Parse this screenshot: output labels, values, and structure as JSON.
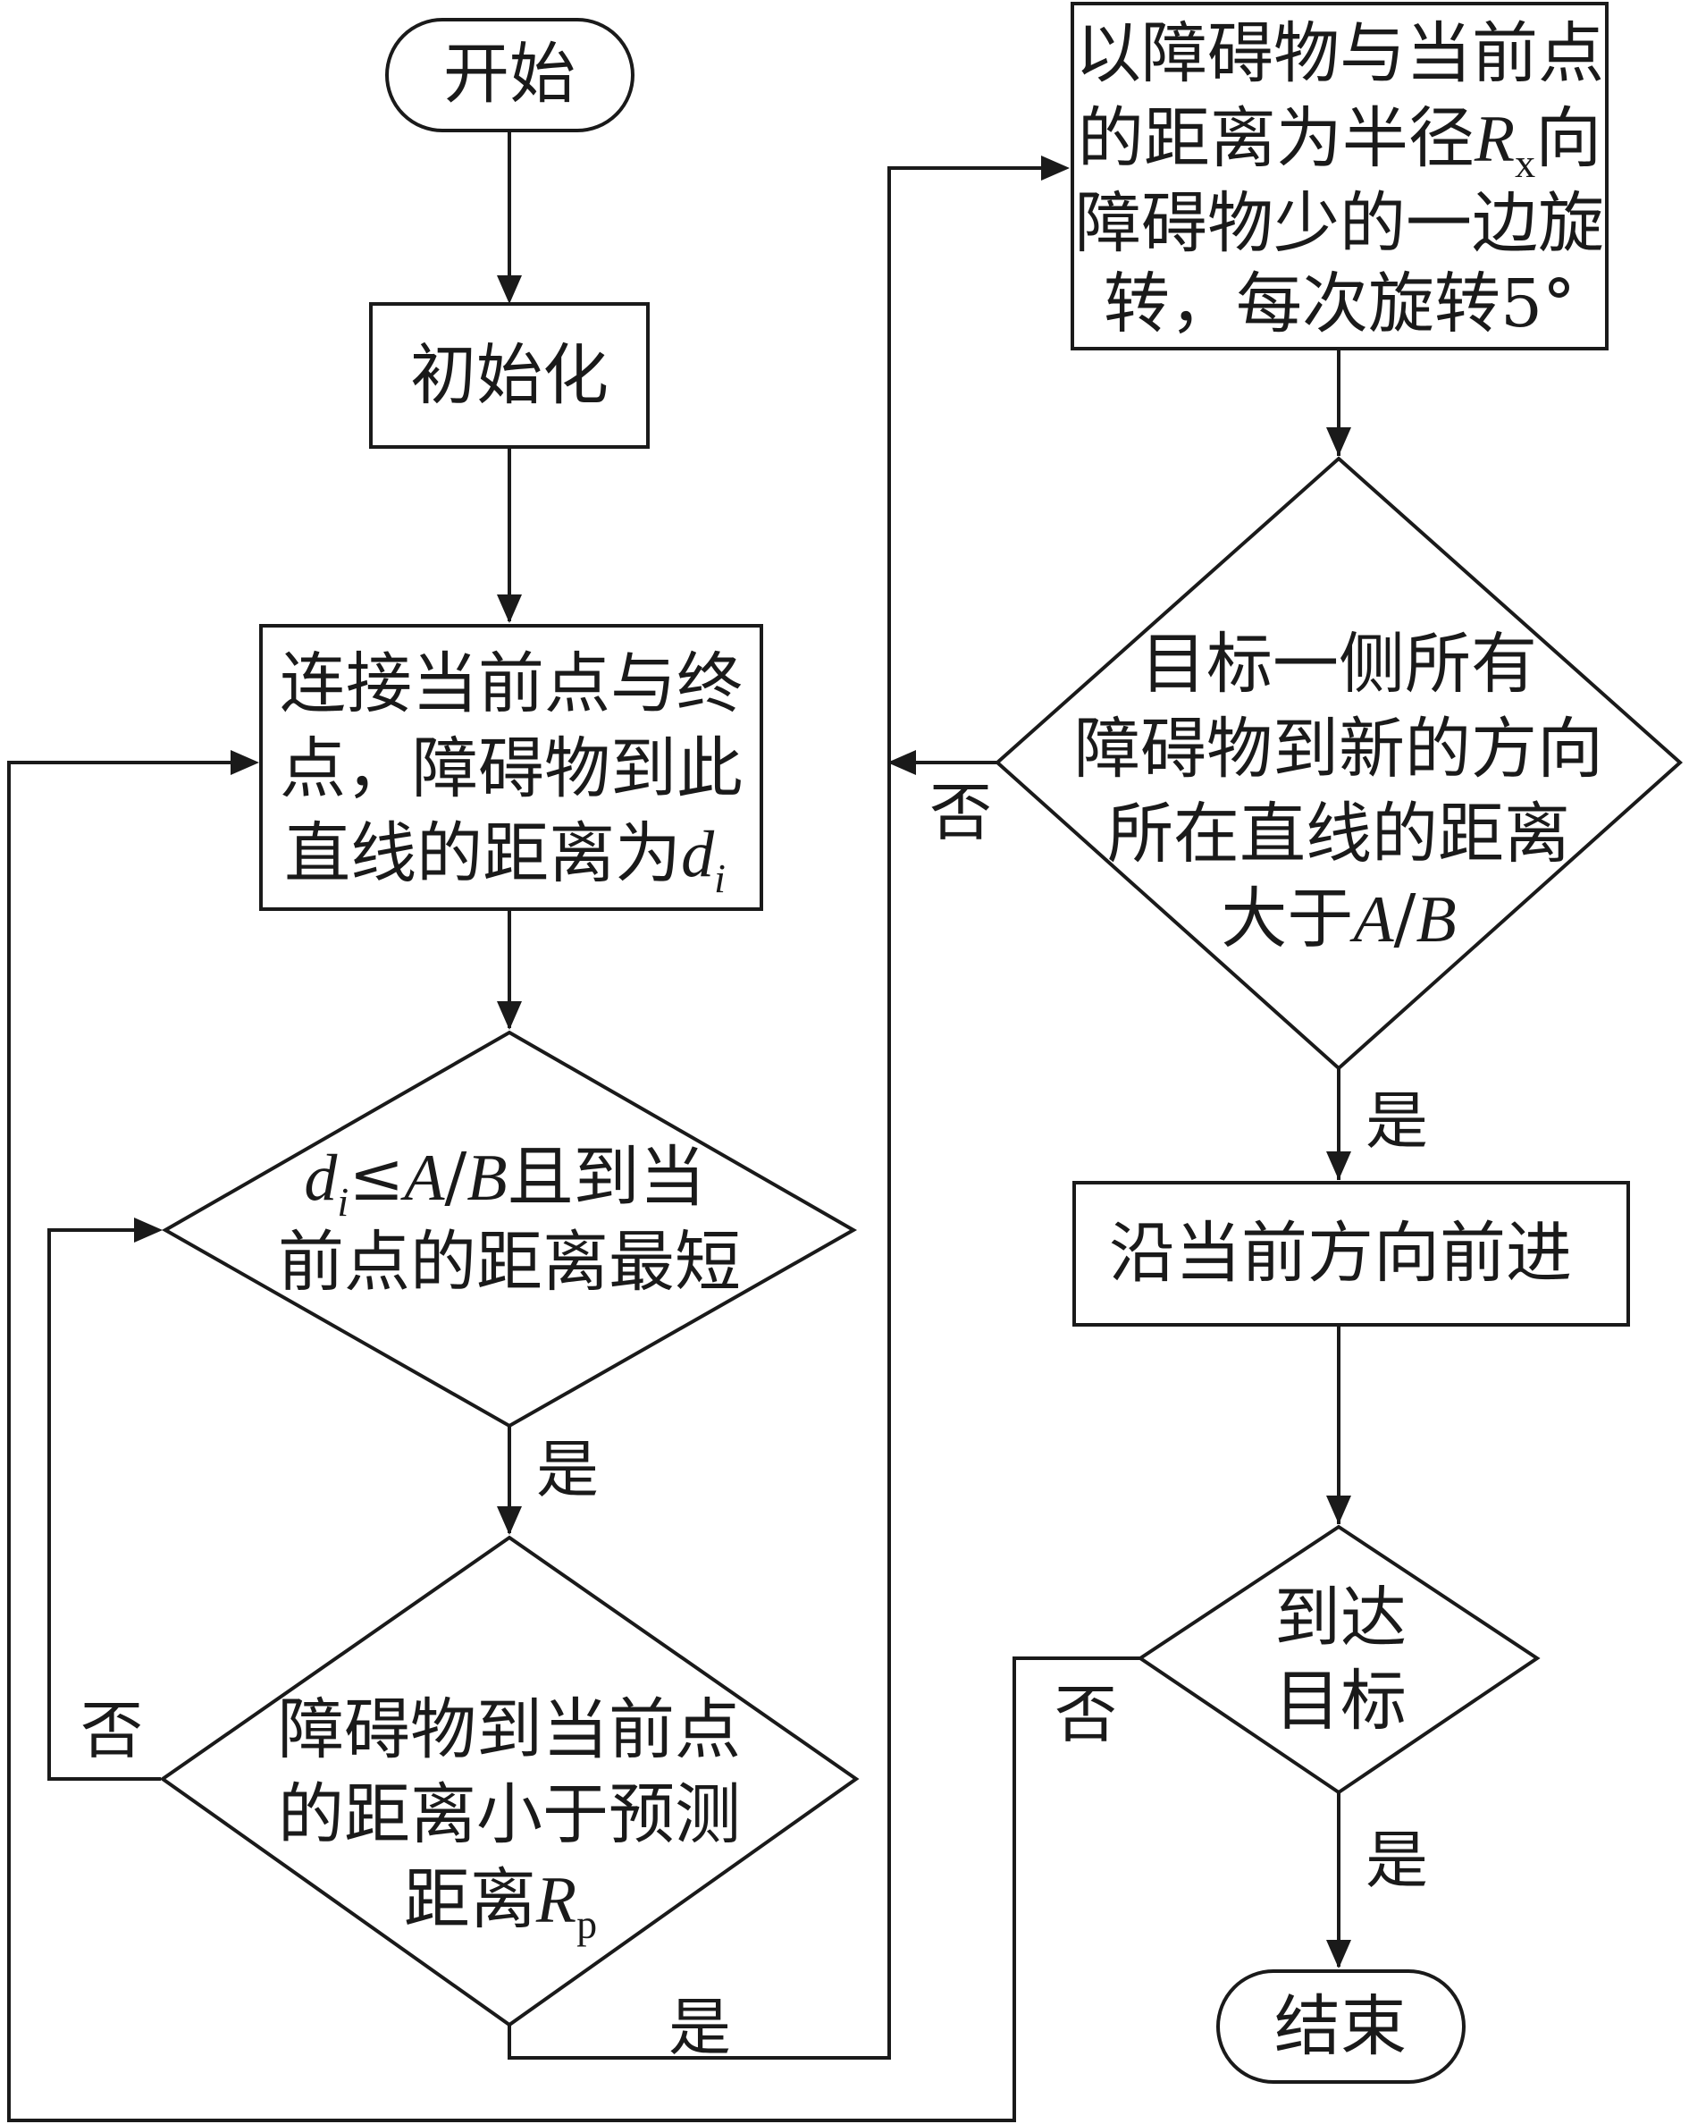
{
  "nodes": {
    "start": {
      "text": "开始"
    },
    "init": {
      "text": "初始化"
    },
    "connect": {
      "line1": "连接当前点与终",
      "line2": "点，障碍物到此",
      "line3_pre": "直线的距离为",
      "line3_var": "d",
      "line3_sub": "i"
    },
    "cond1": {
      "line1_var": "d",
      "line1_sub": "i",
      "line1_op": "≤",
      "line1_expr": "A",
      "line1_slash": "/",
      "line1_expr2": "B",
      "line1_post": "且到当",
      "line2": "前点的距离最短"
    },
    "cond2": {
      "line1": "障碍物到当前点",
      "line2": "的距离小于预测",
      "line3_pre": "距离",
      "line3_var": "R",
      "line3_sub": "p"
    },
    "rotate": {
      "line1": "以障碍物与当前点",
      "line2_pre": "的距离为半径",
      "line2_var": "R",
      "line2_sub": "x",
      "line2_post": "向",
      "line3": "障碍物少的一边旋",
      "line4": "转，每次旋转5°"
    },
    "cond3": {
      "line1": "目标一侧所有",
      "line2": "障碍物到新的方向",
      "line3": "所在直线的距离",
      "line4_pre": "大于",
      "line4_expr": "A",
      "line4_slash": "/",
      "line4_expr2": "B"
    },
    "advance": {
      "text": "沿当前方向前进"
    },
    "cond4": {
      "line1": "到达",
      "line2": "目标"
    },
    "end": {
      "text": "结束"
    }
  },
  "edge_labels": {
    "cond1_yes": "是",
    "cond2_no": "否",
    "cond2_yes": "是",
    "cond3_no": "否",
    "cond3_yes": "是",
    "cond4_no": "否",
    "cond4_yes": "是"
  }
}
